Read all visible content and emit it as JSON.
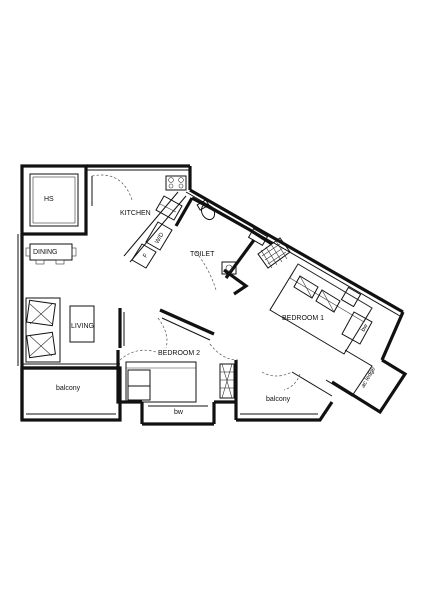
{
  "rooms": {
    "hs": "HS",
    "kitchen": "KITCHEN",
    "dining": "DINING",
    "living": "LIVING",
    "toilet": "TOILET",
    "bedroom1": "BEDROOM  1",
    "bedroom2": "BEDROOM  2",
    "balcony_left": "balcony",
    "balcony_right": "balcony",
    "bw_bottom": "bw",
    "bw_right": "bw",
    "ac_ledge": "ac  ledge",
    "wd": "W/D",
    "fridge": "F"
  }
}
